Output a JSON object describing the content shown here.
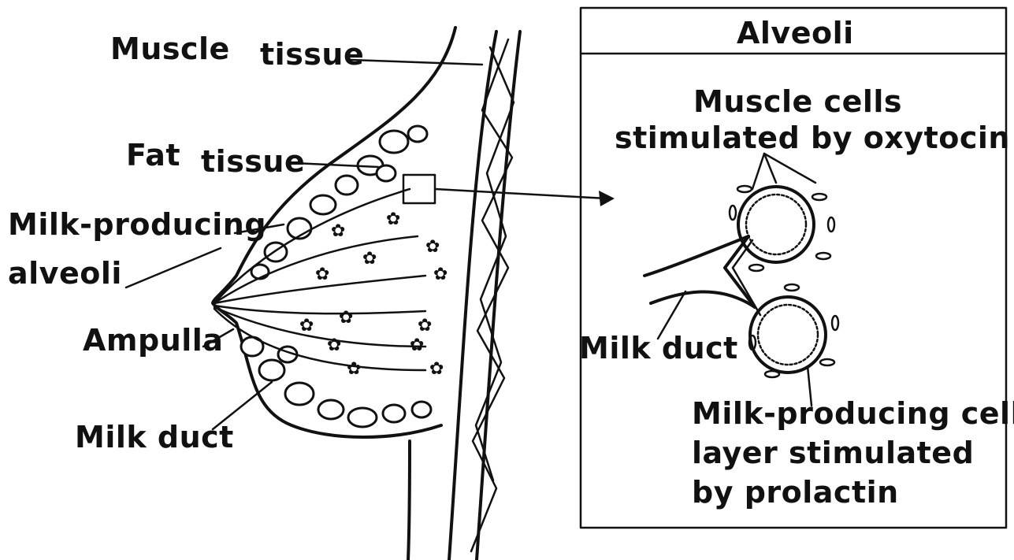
{
  "labels": {
    "muscle_tissue_1": "Muscle",
    "muscle_tissue_2": "tissue",
    "fat_tissue_1": "Fat",
    "fat_tissue_2": "tissue",
    "milk_producing": "Milk-producing",
    "alveoli": "alveoli",
    "ampulla": "Ampulla",
    "milk_duct_left": "Milk duct",
    "inset_title": "Alveoli",
    "muscle_cells_1": "Muscle cells",
    "muscle_cells_2": "stimulated by oxytocin",
    "milk_duct_inset": "Milk duct",
    "cell_layer_1": "Milk-producing  cell",
    "cell_layer_2": "layer stimulated",
    "cell_layer_3": "by prolactin"
  }
}
